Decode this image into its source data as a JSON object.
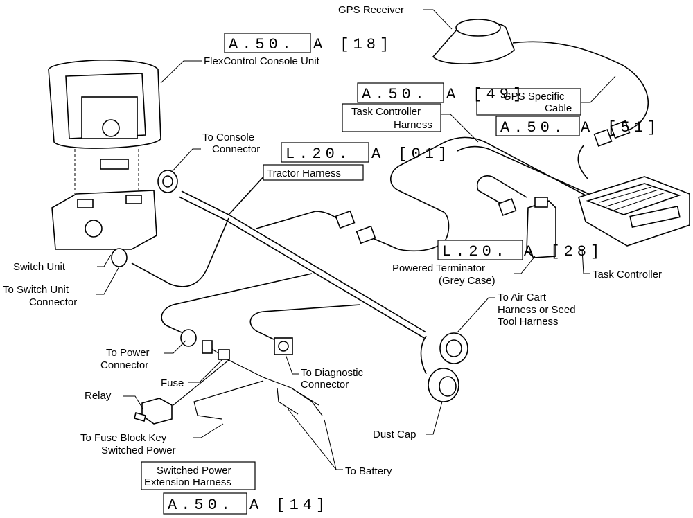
{
  "labels": {
    "gps_receiver": "GPS Receiver",
    "console_unit": "FlexControl Console Unit",
    "task_ctrl_harness_1": "Task Controller",
    "task_ctrl_harness_2": "Harness",
    "gps_cable_1": "GPS Specific",
    "gps_cable_2": "Cable",
    "to_console_1": "To Console",
    "to_console_2": "Connector",
    "tractor_harness": "Tractor Harness",
    "switch_unit": "Switch Unit",
    "to_switch_1": "To Switch Unit",
    "to_switch_2": "Connector",
    "powered_term_1": "Powered Terminator",
    "powered_term_2": "(Grey Case)",
    "task_controller": "Task Controller",
    "air_cart_1": "To Air Cart",
    "air_cart_2": "Harness or Seed",
    "air_cart_3": "Tool Harness",
    "to_power_1": "To Power",
    "to_power_2": "Connector",
    "fuse": "Fuse",
    "diag_1": "To Diagnostic",
    "diag_2": "Connector",
    "relay": "Relay",
    "fuse_block_1": "To Fuse Block Key",
    "fuse_block_2": "Switched Power",
    "dust_cap": "Dust Cap",
    "switched_ext_1": "Switched  Power",
    "switched_ext_2": "Extension Harness",
    "to_battery": "To Battery"
  },
  "refs": {
    "r18_box": "A.50.",
    "r18_tail": "A [18]",
    "r49_box": "A.50.",
    "r49_tail": "A [49]",
    "r51_box": "A.50.",
    "r51_tail": "A [51]",
    "r01_box": "L.20.",
    "r01_tail": "A [01]",
    "r28_box": "L.20.",
    "r28_tail": "A [28]",
    "r14_box": "A.50.",
    "r14_tail": "A [14]"
  },
  "icons": [
    "gps-receiver-icon",
    "console-unit-icon",
    "switch-unit-icon",
    "task-controller-icon",
    "powered-terminator-icon",
    "relay-icon",
    "fuse-icon",
    "dust-cap-icon"
  ]
}
